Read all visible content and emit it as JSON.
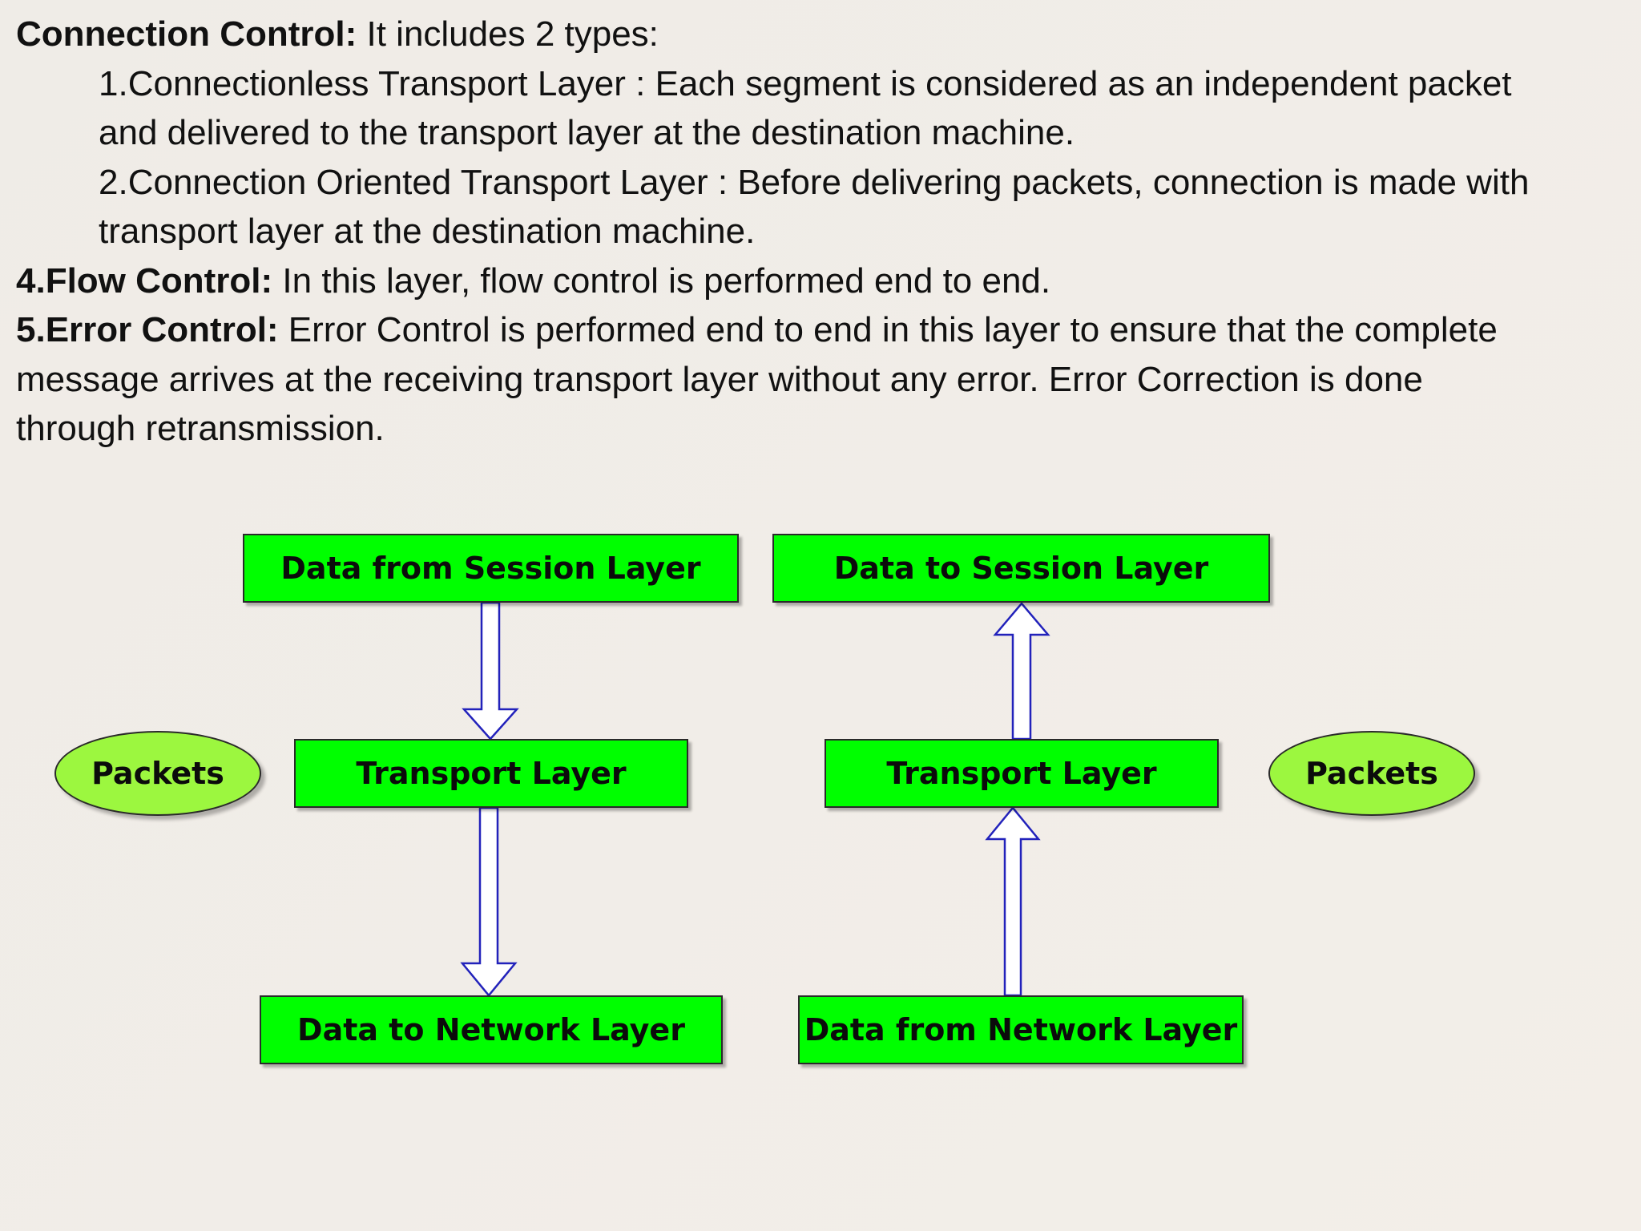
{
  "text": {
    "connection_control": {
      "label": "Connection Control:",
      "intro": " It includes 2 types:"
    },
    "type1": {
      "line1": "1.Connectionless Transport Layer : Each segment is considered as an independent packet",
      "line2": "and delivered to the transport layer at the destination machine."
    },
    "type2": {
      "line1": "2.Connection Oriented Transport Layer : Before delivering packets, connection is made with",
      "line2": "transport layer at the destination machine."
    },
    "flow_control": {
      "label": "4.Flow Control:",
      "text": " In this layer, flow control is performed end to end."
    },
    "error_control": {
      "label": "5.Error Control:",
      "line1": " Error Control is performed end to end in this layer to ensure that the complete",
      "line2": "message arrives at the receiving transport layer without any error. Error Correction is done",
      "line3": "through retransmission."
    }
  },
  "diagram": {
    "sender": {
      "top": "Data from Session Layer",
      "middle": "Transport Layer",
      "bottom": "Data to Network Layer",
      "side": "Packets"
    },
    "receiver": {
      "top": "Data to Session Layer",
      "middle": "Transport Layer",
      "bottom": "Data from Network Layer",
      "side": "Packets"
    },
    "colors": {
      "box_fill": "#00ff00",
      "ellipse_fill": "#9cf73f",
      "arrow_stroke": "#2222bb",
      "arrow_fill": "#ffffff"
    }
  }
}
